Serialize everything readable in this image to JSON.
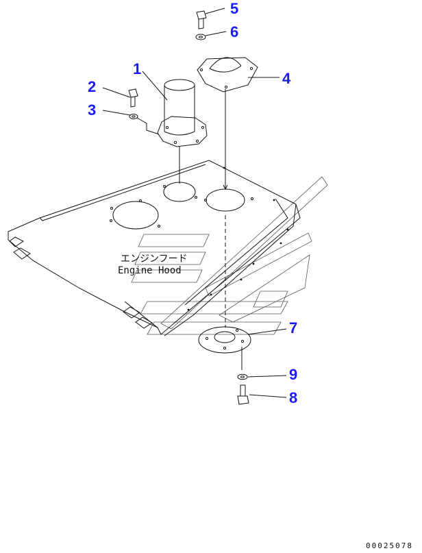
{
  "diagram": {
    "callouts": [
      "1",
      "2",
      "3",
      "4",
      "5",
      "6",
      "7",
      "8",
      "9"
    ],
    "hood_label_jp": "エンジンフード",
    "hood_label_en": "Engine Hood",
    "drawing_number": "00025078",
    "callout_color": "#1a1aff",
    "line_color": "#111111"
  }
}
